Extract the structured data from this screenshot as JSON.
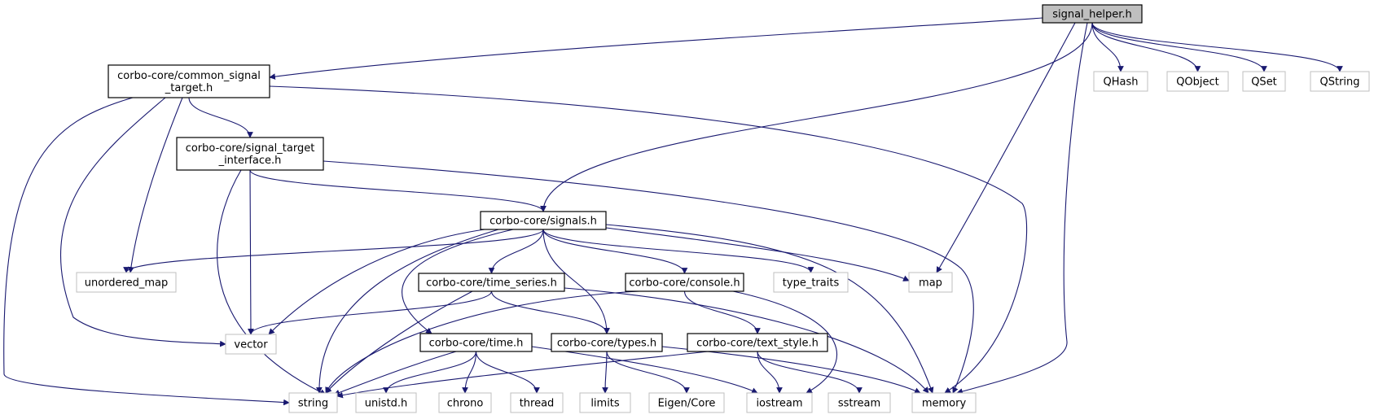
{
  "graph": {
    "nodes": [
      {
        "id": "signal_helper",
        "lines": [
          "signal_helper.h"
        ],
        "kind": "root"
      },
      {
        "id": "common_signal_target",
        "lines": [
          "corbo-core/common_signal",
          "_target.h"
        ],
        "kind": "project"
      },
      {
        "id": "QHash",
        "lines": [
          "QHash"
        ],
        "kind": "system"
      },
      {
        "id": "QObject",
        "lines": [
          "QObject"
        ],
        "kind": "system"
      },
      {
        "id": "QSet",
        "lines": [
          "QSet"
        ],
        "kind": "system"
      },
      {
        "id": "QString",
        "lines": [
          "QString"
        ],
        "kind": "system"
      },
      {
        "id": "signal_target_interface",
        "lines": [
          "corbo-core/signal_target",
          "_interface.h"
        ],
        "kind": "project"
      },
      {
        "id": "signals",
        "lines": [
          "corbo-core/signals.h"
        ],
        "kind": "project"
      },
      {
        "id": "unordered_map",
        "lines": [
          "unordered_map"
        ],
        "kind": "system"
      },
      {
        "id": "time_series",
        "lines": [
          "corbo-core/time_series.h"
        ],
        "kind": "project"
      },
      {
        "id": "console",
        "lines": [
          "corbo-core/console.h"
        ],
        "kind": "project"
      },
      {
        "id": "type_traits",
        "lines": [
          "type_traits"
        ],
        "kind": "system"
      },
      {
        "id": "map",
        "lines": [
          "map"
        ],
        "kind": "system"
      },
      {
        "id": "vector",
        "lines": [
          "vector"
        ],
        "kind": "system"
      },
      {
        "id": "time",
        "lines": [
          "corbo-core/time.h"
        ],
        "kind": "project"
      },
      {
        "id": "types",
        "lines": [
          "corbo-core/types.h"
        ],
        "kind": "project"
      },
      {
        "id": "text_style",
        "lines": [
          "corbo-core/text_style.h"
        ],
        "kind": "project"
      },
      {
        "id": "string",
        "lines": [
          "string"
        ],
        "kind": "system"
      },
      {
        "id": "unistd",
        "lines": [
          "unistd.h"
        ],
        "kind": "system"
      },
      {
        "id": "chrono",
        "lines": [
          "chrono"
        ],
        "kind": "system"
      },
      {
        "id": "thread",
        "lines": [
          "thread"
        ],
        "kind": "system"
      },
      {
        "id": "limits",
        "lines": [
          "limits"
        ],
        "kind": "system"
      },
      {
        "id": "eigen_core",
        "lines": [
          "Eigen/Core"
        ],
        "kind": "system"
      },
      {
        "id": "iostream",
        "lines": [
          "iostream"
        ],
        "kind": "system"
      },
      {
        "id": "sstream",
        "lines": [
          "sstream"
        ],
        "kind": "system"
      },
      {
        "id": "memory",
        "lines": [
          "memory"
        ],
        "kind": "system"
      }
    ],
    "edges": [
      {
        "from": "signal_helper",
        "to": "common_signal_target"
      },
      {
        "from": "signal_helper",
        "to": "signals"
      },
      {
        "from": "signal_helper",
        "to": "map"
      },
      {
        "from": "signal_helper",
        "to": "memory"
      },
      {
        "from": "signal_helper",
        "to": "QHash"
      },
      {
        "from": "signal_helper",
        "to": "QObject"
      },
      {
        "from": "signal_helper",
        "to": "QSet"
      },
      {
        "from": "signal_helper",
        "to": "QString"
      },
      {
        "from": "common_signal_target",
        "to": "signal_target_interface"
      },
      {
        "from": "common_signal_target",
        "to": "unordered_map"
      },
      {
        "from": "common_signal_target",
        "to": "vector"
      },
      {
        "from": "common_signal_target",
        "to": "string"
      },
      {
        "from": "common_signal_target",
        "to": "memory"
      },
      {
        "from": "signal_target_interface",
        "to": "signals"
      },
      {
        "from": "signal_target_interface",
        "to": "vector"
      },
      {
        "from": "signal_target_interface",
        "to": "string"
      },
      {
        "from": "signal_target_interface",
        "to": "memory"
      },
      {
        "from": "signals",
        "to": "unordered_map"
      },
      {
        "from": "signals",
        "to": "time_series"
      },
      {
        "from": "signals",
        "to": "console"
      },
      {
        "from": "signals",
        "to": "type_traits"
      },
      {
        "from": "signals",
        "to": "map"
      },
      {
        "from": "signals",
        "to": "vector"
      },
      {
        "from": "signals",
        "to": "time"
      },
      {
        "from": "signals",
        "to": "types"
      },
      {
        "from": "signals",
        "to": "string"
      },
      {
        "from": "signals",
        "to": "memory"
      },
      {
        "from": "time_series",
        "to": "vector"
      },
      {
        "from": "time_series",
        "to": "types"
      },
      {
        "from": "time_series",
        "to": "string"
      },
      {
        "from": "time_series",
        "to": "memory"
      },
      {
        "from": "console",
        "to": "text_style"
      },
      {
        "from": "console",
        "to": "string"
      },
      {
        "from": "console",
        "to": "iostream"
      },
      {
        "from": "time",
        "to": "string"
      },
      {
        "from": "time",
        "to": "unistd"
      },
      {
        "from": "time",
        "to": "chrono"
      },
      {
        "from": "time",
        "to": "thread"
      },
      {
        "from": "time",
        "to": "iostream"
      },
      {
        "from": "types",
        "to": "limits"
      },
      {
        "from": "types",
        "to": "eigen_core"
      },
      {
        "from": "types",
        "to": "memory"
      },
      {
        "from": "text_style",
        "to": "string"
      },
      {
        "from": "text_style",
        "to": "iostream"
      },
      {
        "from": "text_style",
        "to": "sstream"
      }
    ]
  },
  "colors": {
    "edge": "#191970",
    "root_fill": "#bfbfbf",
    "project_border": "#000000",
    "system_border": "#bfbfbf"
  }
}
